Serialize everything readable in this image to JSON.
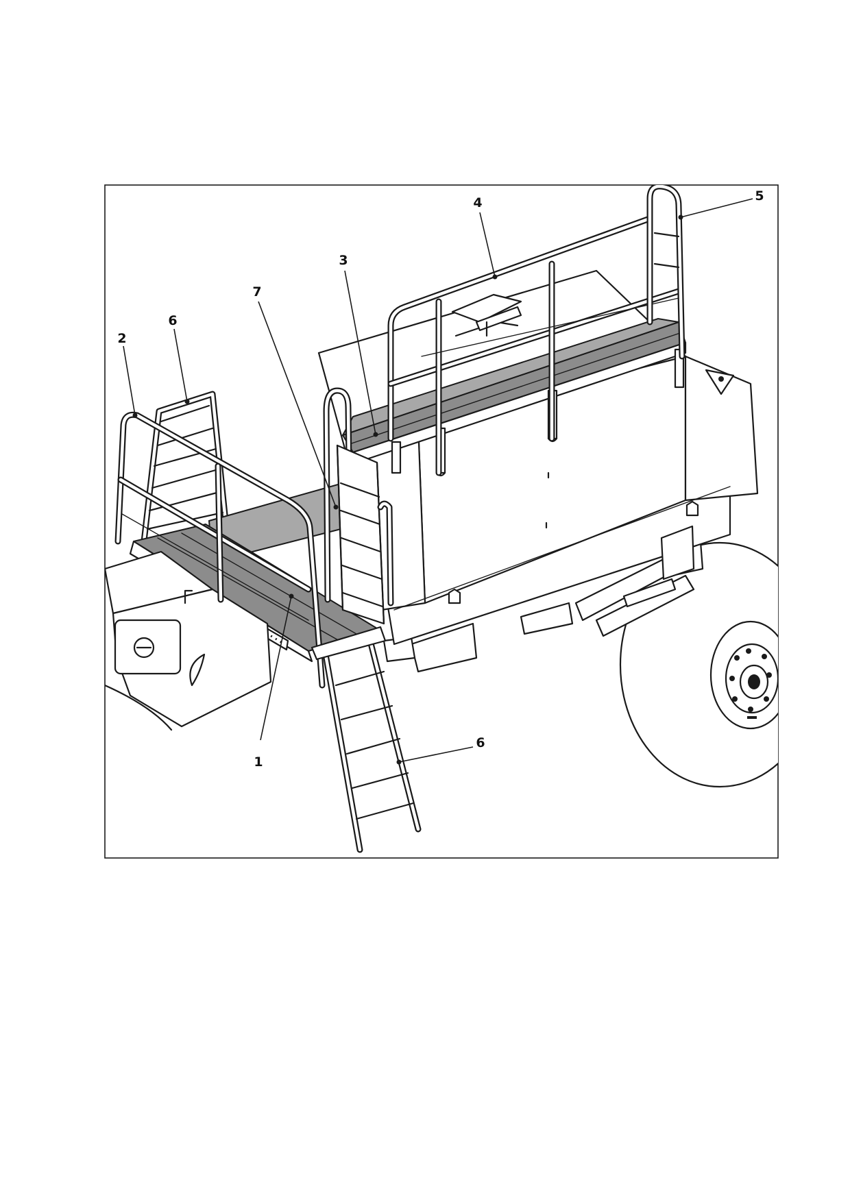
{
  "callouts": {
    "c1": "1",
    "c2": "2",
    "c3": "3",
    "c4": "4",
    "c5": "5",
    "c6a": "6",
    "c6b": "6",
    "c7": "7"
  },
  "colors": {
    "line": "#1a1a1a",
    "deck": "#8c8c8c",
    "background": "#ffffff"
  }
}
